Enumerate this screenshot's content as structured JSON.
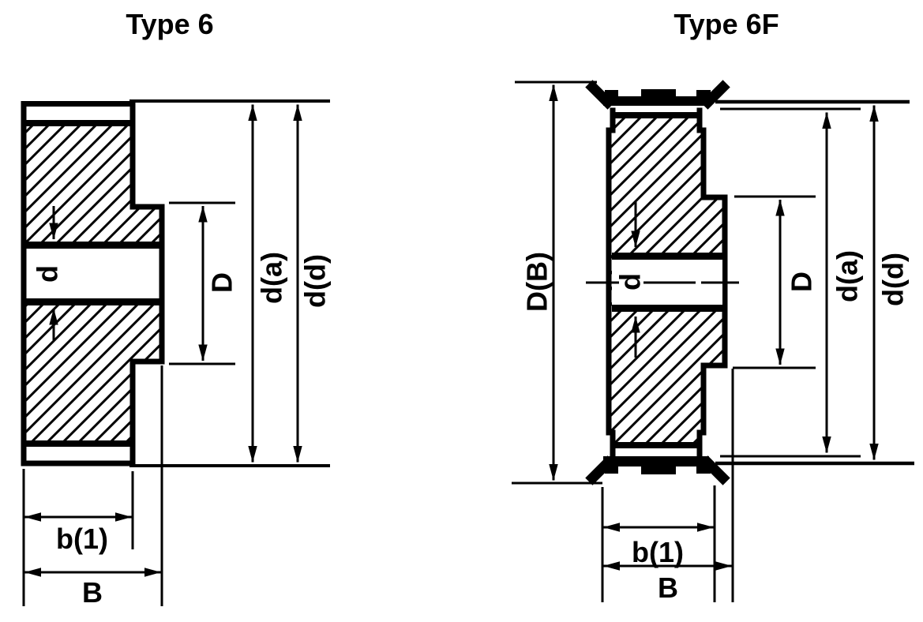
{
  "figures": {
    "type6": {
      "title": "Type 6",
      "labels": {
        "bore": "d",
        "hub_diameter": "D",
        "outside_diameter": "d(a)",
        "root_diameter": "d(d)",
        "belt_width": "b(1)",
        "overall_width": "B"
      }
    },
    "type6f": {
      "title": "Type 6F",
      "labels": {
        "flange_diameter": "D(B)",
        "bore": "d",
        "hub_diameter": "D",
        "outside_diameter": "d(a)",
        "root_diameter": "d(d)",
        "belt_width": "b(1)",
        "overall_width": "B"
      }
    }
  },
  "colors": {
    "ink": "#000000",
    "paper": "#ffffff"
  }
}
